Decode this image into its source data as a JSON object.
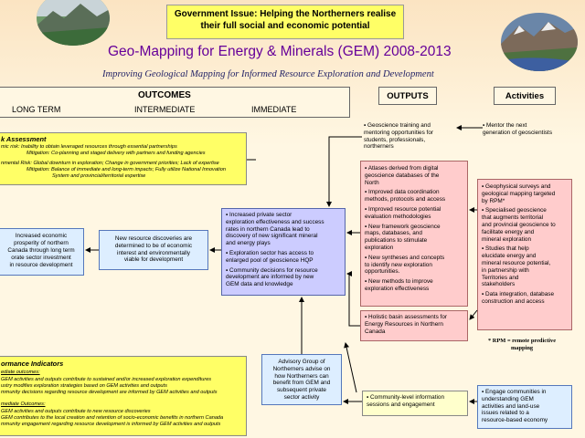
{
  "header": {
    "issue_line1": "Government Issue:  Helping the Northerners realise",
    "issue_line2": "their full social and economic potential",
    "title": "Geo-Mapping for Energy & Minerals (GEM) 2008-2013",
    "subtitle": "Improving Geological Mapping for Informed Resource Exploration and Development"
  },
  "outcomes": {
    "heading": "OUTCOMES",
    "long_term": "LONG TERM",
    "intermediate": "INTERMEDIATE",
    "immediate": "IMMEDIATE"
  },
  "outputs_heading": "OUTPUTS",
  "activities_heading": "Activities",
  "risk": {
    "title": "k Assessment",
    "l1": "mic risk: Inability to obtain leveraged resources through essential partnerships",
    "l2": "Mitigation: Co-planning and staged delivery with partners and funding agencies",
    "l3": "nmental Risk: Global downturn in exploration; Change in government priorities; Lack of expertise",
    "l4": "Mitigation: Balance of immediate and long-term impacts; Fully utilize National Innovation",
    "l5": "System and provincial/territorial expertise"
  },
  "long_term_box": "Increased economic\nprosperity of northern\nCanada through long term\norate sector investment\nin resource development",
  "intermediate_box": "New resource discoveries are\ndetermined to be of economic\ninterest and environmentally\nviable for development",
  "immediate_items": [
    "Increased private sector\nexploration effectiveness and success\nrates in northern Canada lead to\ndiscovery of new significant mineral\nand energy plays",
    "Exploration sector has access to\nenlarged pool of geoscience HQP",
    "Community decisions for resource\ndevelopment are informed by new\nGEM data and knowledge"
  ],
  "output_training": "Geoscience training and\nmentoring opportunities for\nstudents, professionals,\nnortherners",
  "outputs_items": [
    "Atlases derived from digital\ngeoscience databases of the\nNorth",
    "Improved data coordination\nmethods, protocols and access",
    "Improved resource potential\nevaluation methodologies",
    "New framework geoscience\nmaps, databases, and\npublications to stimulate\nexploration",
    "New syntheses and concepts\nto identify new exploration\nopportunities.",
    "New methods to improve\nexploration effectiveness"
  ],
  "output_holistic": "Holistic basin assessments for\nEnergy Resources in Northern\nCanada",
  "output_community": "Community-level information\nsessions and engagement",
  "activity_mentor": "Mentor the next\ngeneration of geoscientists",
  "activities_items": [
    "Geophysical surveys and\ngeological mapping targeted\nby RPM*",
    "Specialised geoscience\nthat augments territorial\nand provincial geoscience to\nfacilitate energy and\nmineral exploration",
    "Studies that help\nelucidate energy and\nmineral resource potential,\nin partnership with\nTerritories and\nstakeholders",
    "Data integration, database\nconstruction and access"
  ],
  "rpm_note": "* RPM = remote predictive\nmapping",
  "activity_engage": "Engage communities in\nunderstanding GEM\nactivities and land-use\nissues related to a\nresource-based economy",
  "advisory": "Advisory Group of\nNortherners advise on\nhow Northerners can\nbenefit from GEM and\nsubsequent private\nsector activity",
  "performance": {
    "title": "ormance Indicators",
    "sub1": "ediate outcomes:",
    "l1": "GEM activities and outputs contribute to sustained and/or increased exploration expenditures",
    "l2": "ustry modifies exploration strategies based on GEM activities and outputs",
    "l3": "mmunity decisions regarding resource development are informed by GEM activities and outputs",
    "sub2": "mediate Outcomes:",
    "l4": "GEM activities and outputs contribute to new resource discoveries",
    "l5": "GEM contributes to the local creation and retention of socio-economic benefits in northern Canada",
    "l6": "mmunity engagement regarding resource development is informed by GEM activities and outputs"
  },
  "colors": {
    "yellow": "#ffff66",
    "lavender": "#ccccff",
    "pink": "#ffcccc",
    "title_purple": "#660099",
    "subtitle_navy": "#222266"
  }
}
